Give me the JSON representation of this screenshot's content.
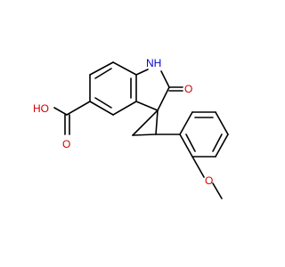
{
  "molecule": {
    "atom_labels": {
      "nh": "NH",
      "oxo": "O",
      "acid_oh": "HO",
      "acid_o": "O",
      "ether_o": "O"
    },
    "colors": {
      "bond": "#000000",
      "oxygen": "#d00000",
      "nitrogen": "#0000d0",
      "background": "#ffffff"
    }
  }
}
